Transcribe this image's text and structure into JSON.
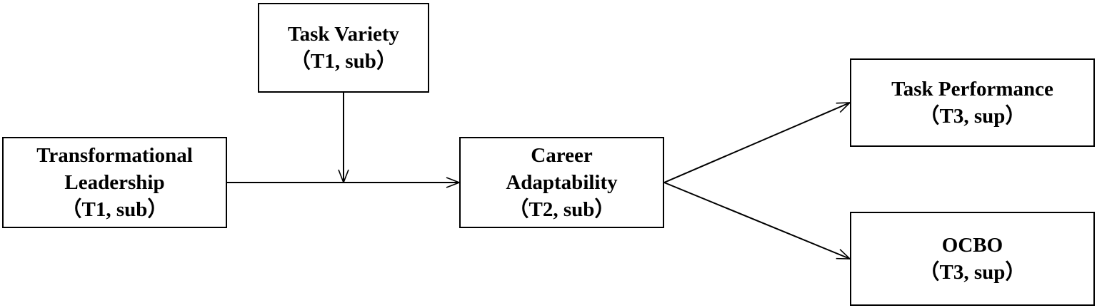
{
  "diagram": {
    "nodes": {
      "task_variety": {
        "line1": "Task Variety",
        "line2": "（T1, sub）"
      },
      "transformational_leadership": {
        "line1": "Transformational",
        "line2": "Leadership",
        "line3": "（T1, sub）"
      },
      "career_adaptability": {
        "line1": "Career",
        "line2": "Adaptability",
        "line3": "（T2, sub）"
      },
      "task_performance": {
        "line1": "Task Performance",
        "line2": "（T3, sup）"
      },
      "ocbo": {
        "line1": "OCBO",
        "line2": "（T3, sup）"
      }
    },
    "colors": {
      "stroke": "#000000",
      "background": "#ffffff"
    }
  }
}
